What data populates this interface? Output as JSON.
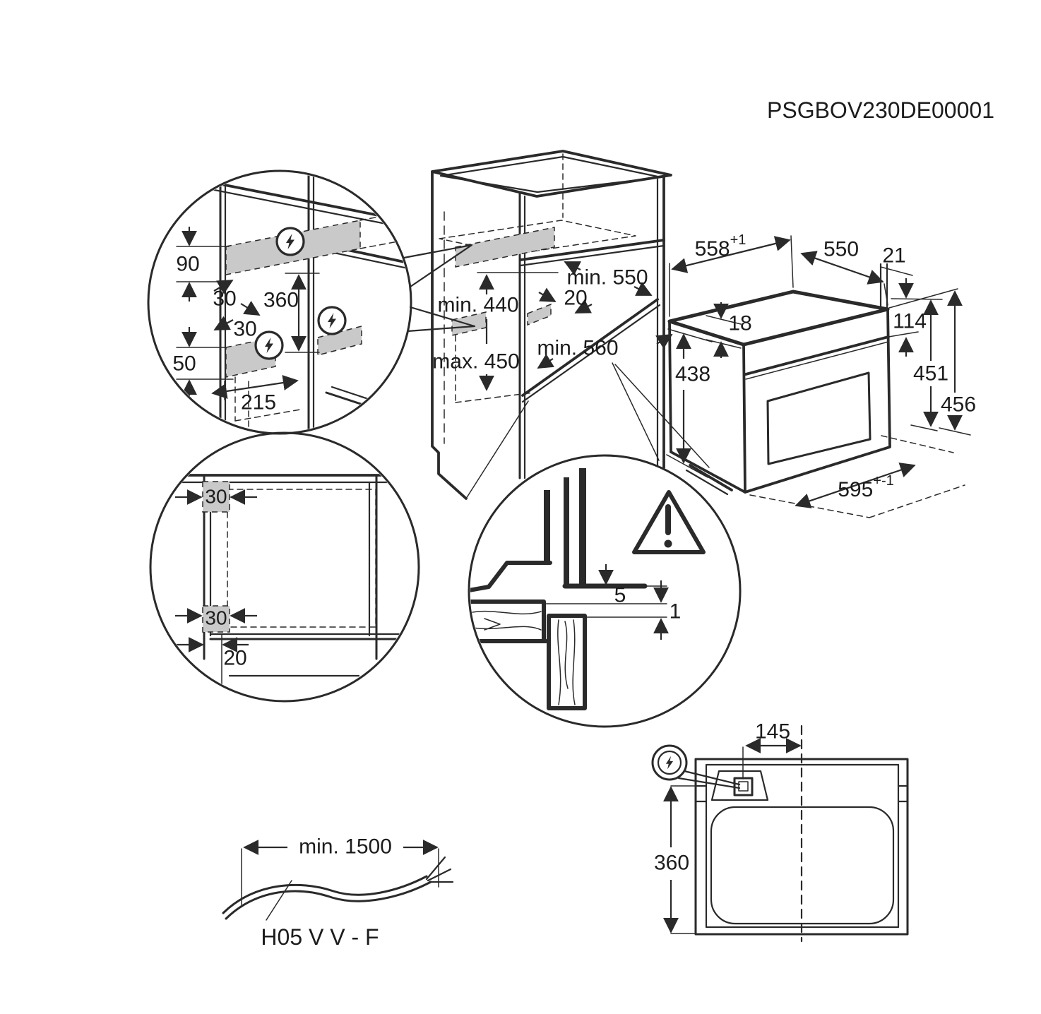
{
  "colors": {
    "line": "#2a2a2a",
    "zone_fill": "#c9c9c9",
    "background": "#ffffff"
  },
  "drawing_code": "PSGBOV230DE00001",
  "side_connection_detail": {
    "zone_height_top": "90",
    "zone_inset_top": "30",
    "zone_spacing": "360",
    "zone_inset_mid": "30",
    "zone_height_bottom": "50",
    "zone_depth_bottom": "215"
  },
  "cabinet_niche": {
    "depth_top": "min. 550",
    "rear_strip_width": "20",
    "height_min": "min. 440",
    "height_max": "max. 450",
    "depth_bottom": "min. 560"
  },
  "oven_dimensions": {
    "niche_width": "558",
    "niche_width_tol": "+1",
    "depth": "550",
    "rear_gap": "21",
    "top_thickness": "18",
    "panel_height": "114",
    "body_height": "438",
    "height_without_frame": "451",
    "height_total": "456",
    "front_width": "595",
    "front_width_tol": "+-1"
  },
  "worktop_gap_detail": {
    "rear_gap": "5",
    "overhang_gap": "1"
  },
  "plinth_top_view": {
    "side_zone_front": "30",
    "side_zone_rear": "30",
    "plinth_inset": "20"
  },
  "oven_top_view": {
    "connection_offset": "145",
    "connection_depth": "360"
  },
  "power_cable": {
    "min_length": "min. 1500",
    "type": "H05 V V - F"
  },
  "icons": {
    "power": "lightning-icon",
    "warning": "warning-triangle-icon"
  }
}
